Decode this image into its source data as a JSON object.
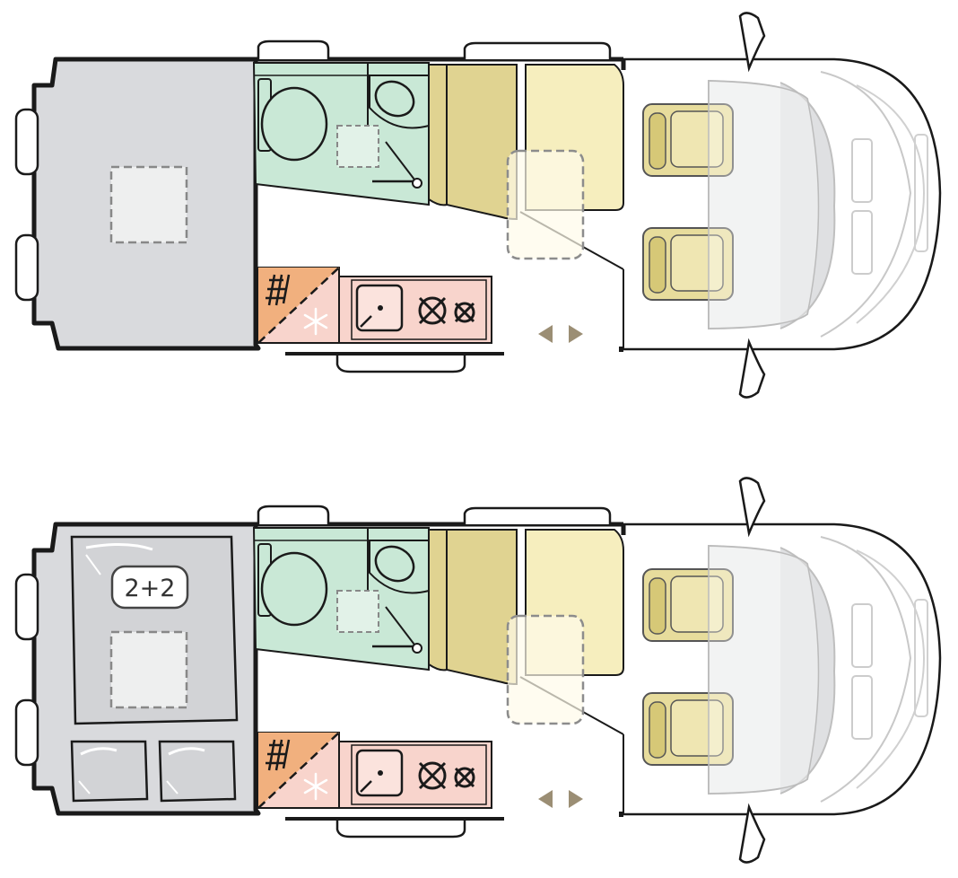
{
  "diagram": {
    "layouts": [
      {
        "id": "day",
        "berth_badge": ""
      },
      {
        "id": "night",
        "berth_badge": "2+2"
      }
    ],
    "colors": {
      "bed_area": "#d9dadd",
      "bathroom": "#c9e8d6",
      "kitchen": "#f8d4cc",
      "fridge_hob": "#f1b07e",
      "seat_dark": "#e0d391",
      "seat_light": "#f6eebe",
      "cab_seat": "#e7dc9c",
      "outline": "#1a1a1a",
      "dashed": "#8c8c8c",
      "arrow": "#9b8e74"
    },
    "icons": {
      "roof_hatch": "dashed-square",
      "toilet": "toilet-icon",
      "washbasin": "washbasin-icon",
      "sink": "sink-icon",
      "hob": "gas-burner-icon",
      "fridge": "snowflake-icon",
      "hob_grid": "hob-grid-icon",
      "direction": "left-right-arrows-icon"
    }
  }
}
